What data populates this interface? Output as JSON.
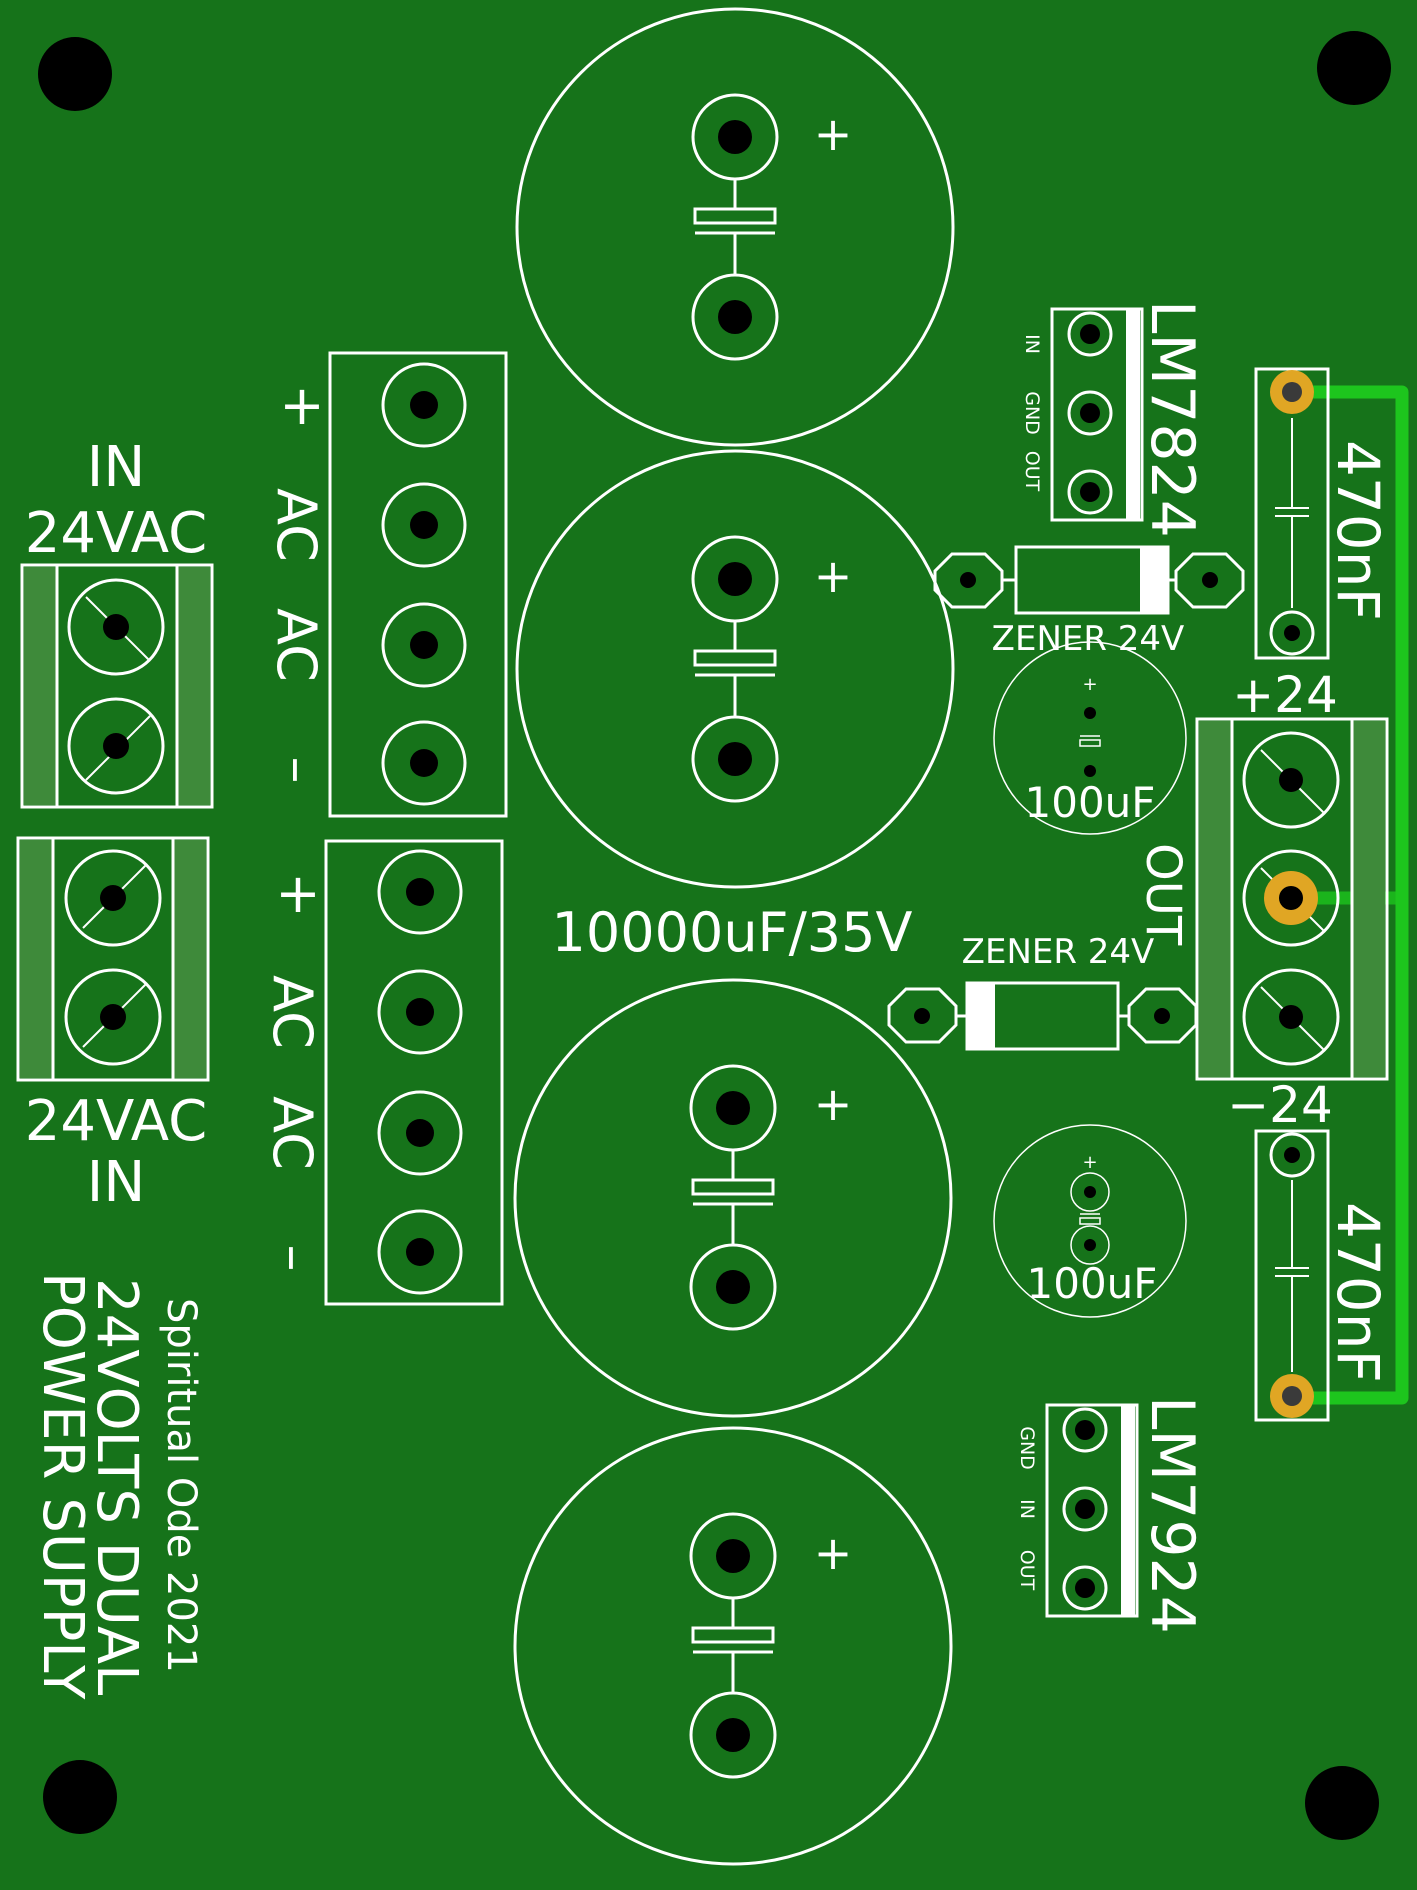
{
  "board": {
    "background_color": "#16731a",
    "silkscreen_color": "#ffffff",
    "pad_color": "#e0a624",
    "trace_color": "#1dc51d"
  },
  "labels": {
    "in_top": "IN",
    "vac_top": "24VAC",
    "vac_bottom": "24VAC",
    "in_bottom": "IN",
    "t1_plus": "+",
    "t1_ac1": "AC",
    "t1_ac2": "AC",
    "t1_minus": "–",
    "t2_plus": "+",
    "t2_ac1": "AC",
    "t2_ac2": "AC",
    "t2_minus": "–",
    "cap_value": "10000uF/35V",
    "cap_plus": "+",
    "lm7824": "LM7824",
    "lm7924": "LM7924",
    "reg1_pin1": "IN",
    "reg1_pin2": "GND",
    "reg1_pin3": "OUT",
    "reg2_pin1": "GND",
    "reg2_pin2": "IN",
    "reg2_pin3": "OUT",
    "zener1": "ZENER 24V",
    "zener2": "ZENER 24V",
    "small_cap1": "100uF",
    "small_cap2": "100uF",
    "small_cap_plus": "+",
    "cap470_top": "470nF",
    "cap470_bottom": "470nF",
    "plus24": "+24",
    "minus24": "−24",
    "out": "OUT",
    "credit": "Spiritual Ode 2021",
    "title_line1": "24VOLTS DUAL",
    "title_line2": "POWER SUPPLY"
  }
}
